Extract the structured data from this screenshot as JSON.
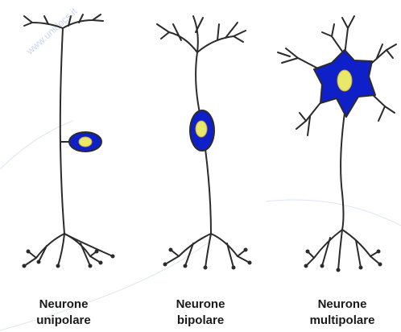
{
  "watermark": "www.unidocs.it",
  "colors": {
    "cell_body": "#1020c8",
    "nucleus": "#e8e86a",
    "line": "#2b2b2b",
    "watermark": "#c8d6ee"
  },
  "neurons": [
    {
      "name": "unipolare",
      "line1": "Neurone",
      "line2": "unipolare"
    },
    {
      "name": "bipolare",
      "line1": "Neurone",
      "line2": "bipolare"
    },
    {
      "name": "multipolare",
      "line1": "Neurone",
      "line2": "multipolare"
    }
  ]
}
